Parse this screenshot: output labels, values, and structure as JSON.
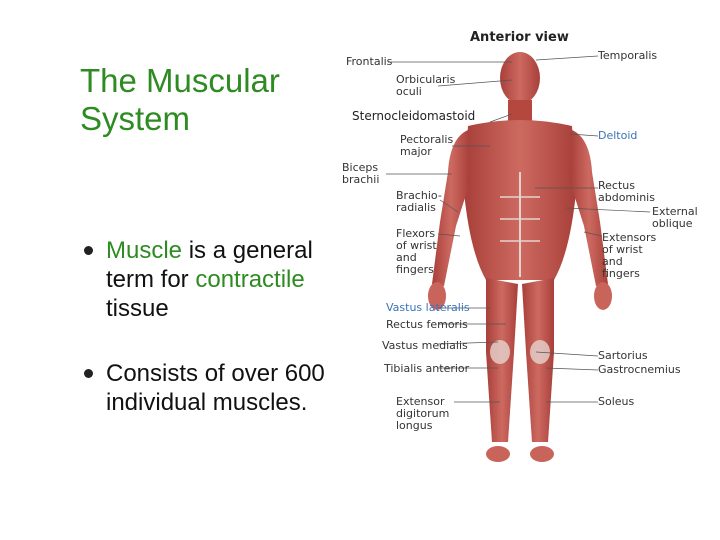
{
  "slide": {
    "title": "The Muscular System",
    "bullet1": {
      "pre1": "Muscle",
      "mid": " is a general term for ",
      "pre2": "contractile",
      "post": " tissue"
    },
    "bullet2": "Consists of over 600 individual muscles."
  },
  "diagram": {
    "view_title": "Anterior view",
    "labels": {
      "frontalis": "Frontalis",
      "temporalis": "Temporalis",
      "orbicularis": "Orbicularis\noculi",
      "sternocleido": "Sternocleidomastoid",
      "pectoralis": "Pectoralis\nmajor",
      "deltoid": "Deltoid",
      "biceps": "Biceps\nbrachii",
      "brachioradialis": "Brachio-\nradialis",
      "rectus_abdominis": "Rectus\nabdominis",
      "external_oblique": "External\noblique",
      "flexors": "Flexors\nof wrist\nand\nfingers",
      "extensors": "Extensors\nof wrist\nand\nfingers",
      "vastus_lateralis": "Vastus lateralis",
      "rectus_femoris": "Rectus femoris",
      "vastus_medialis": "Vastus medialis",
      "sartorius": "Sartorius",
      "tibialis": "Tibialis anterior",
      "gastrocnemius": "Gastrocnemius",
      "extensor_digitorum": "Extensor\ndigitorum\nlongus",
      "soleus": "Soleus"
    },
    "colors": {
      "muscle": "#c0504a",
      "muscle_dark": "#9c3833",
      "tendon": "#e6d3cf",
      "label_blue": "#3a73b8"
    }
  }
}
